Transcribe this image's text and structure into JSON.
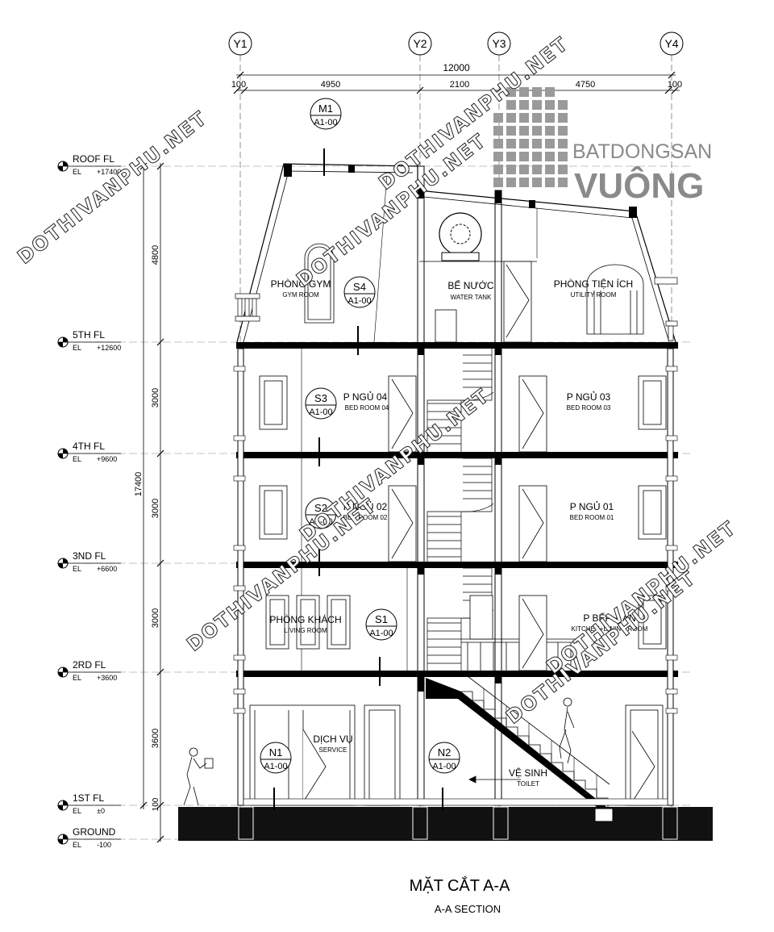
{
  "grid": {
    "axes": [
      "Y1",
      "Y2",
      "Y3",
      "Y4"
    ],
    "overall": "12000",
    "spans": [
      "100",
      "4950",
      "2100",
      "4750",
      "100"
    ]
  },
  "levels": [
    {
      "name": "ROOF FL",
      "el_prefix": "EL",
      "el": "+17400"
    },
    {
      "name": "5TH FL",
      "el_prefix": "EL",
      "el": "+12600"
    },
    {
      "name": "4TH FL",
      "el_prefix": "EL",
      "el": "+9600"
    },
    {
      "name": "3ND FL",
      "el_prefix": "EL",
      "el": "+6600"
    },
    {
      "name": "2RD FL",
      "el_prefix": "EL",
      "el": "+3600"
    },
    {
      "name": "1ST FL",
      "el_prefix": "EL",
      "el": "±0"
    },
    {
      "name": "GROUND",
      "el_prefix": "EL",
      "el": "-100"
    }
  ],
  "vertical_dims": {
    "total": "17400",
    "floors": [
      "4800",
      "3000",
      "3000",
      "3000",
      "3600",
      "100"
    ]
  },
  "rooms": [
    {
      "vn": "PHÒNG GYM",
      "en": "GYM ROOM"
    },
    {
      "vn": "BỂ NƯỚC",
      "en": "WATER TANK"
    },
    {
      "vn": "PHÒNG TIỆN ÍCH",
      "en": "UTILITY ROOM"
    },
    {
      "vn": "P NGỦ 04",
      "en": "BED ROOM 04"
    },
    {
      "vn": "P NGỦ 03",
      "en": "BED ROOM 03"
    },
    {
      "vn": "P NGỦ 02",
      "en": "BED ROOM 02"
    },
    {
      "vn": "P NGỦ 01",
      "en": "BED ROOM 01"
    },
    {
      "vn": "PHÒNG KHÁCH",
      "en": "LIVING ROOM"
    },
    {
      "vn": "P BẾP + ĂN",
      "en": "KITCHEN+DINING ROOM"
    },
    {
      "vn": "DỊCH VỤ",
      "en": "SERVICE"
    },
    {
      "vn": "VỆ SINH",
      "en": "TOILET"
    }
  ],
  "tags": [
    {
      "id": "M1",
      "ref": "A1-00"
    },
    {
      "id": "S4",
      "ref": "A1-00"
    },
    {
      "id": "S3",
      "ref": "A1-00"
    },
    {
      "id": "S2",
      "ref": "A1-00"
    },
    {
      "id": "S1",
      "ref": "A1-00"
    },
    {
      "id": "N1",
      "ref": "A1-00"
    },
    {
      "id": "N2",
      "ref": "A1-00"
    }
  ],
  "title": {
    "vn": "MẶT CẮT A-A",
    "en": "A-A SECTION"
  },
  "watermarks": [
    "DOTHIVANPHU.NET",
    "DOTHIVANPHU.NET",
    "DOTHIVANPHU.NET",
    "DOTHIVANPHU.NET",
    "DOTHIVANPHU.NET",
    "DOTHIVANPHU.NET",
    "DOTHIVANPHU.NET"
  ],
  "logo": {
    "line1": "BATDONGSAN",
    "line2": "VUÔNG"
  }
}
